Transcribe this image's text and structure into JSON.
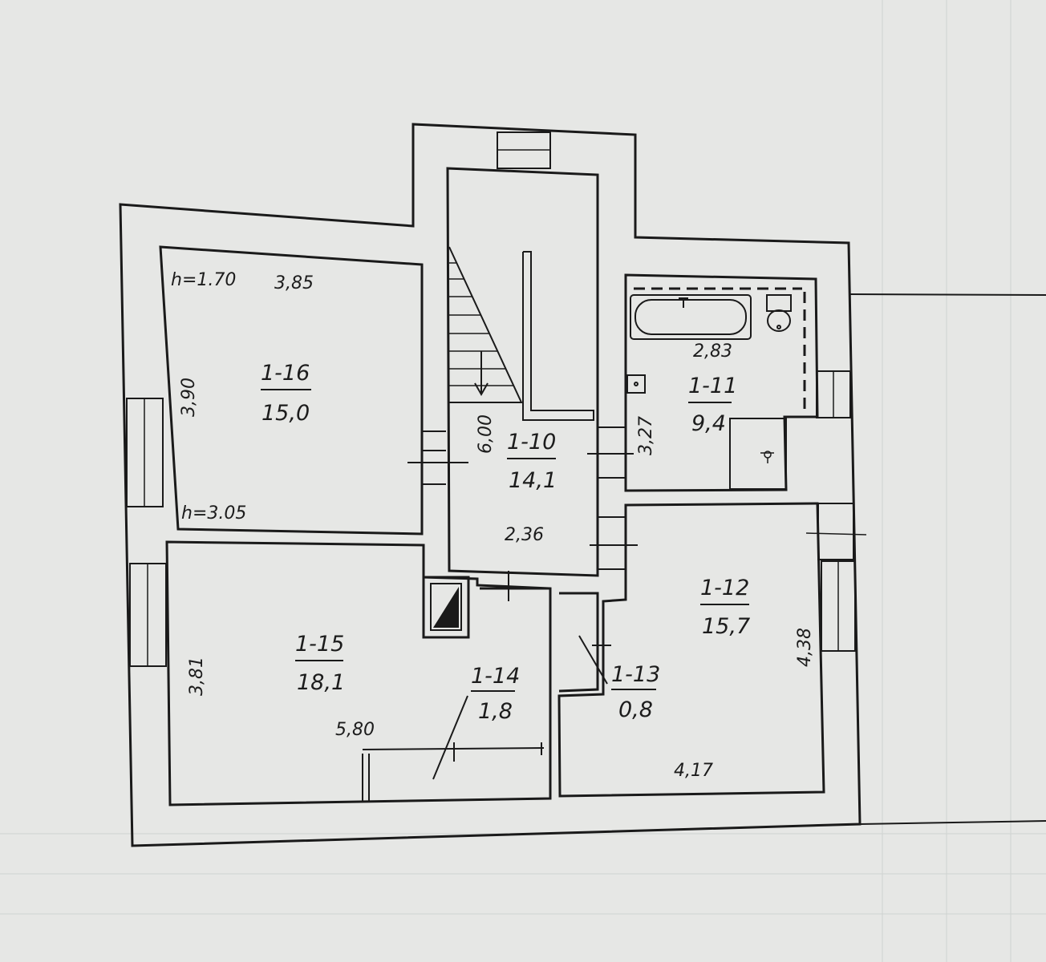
{
  "plan": {
    "rooms": [
      {
        "id": "1-16",
        "area": "15,0"
      },
      {
        "id": "1-10",
        "area": "14,1"
      },
      {
        "id": "1-11",
        "area": "9,4"
      },
      {
        "id": "1-12",
        "area": "15,7"
      },
      {
        "id": "1-13",
        "area": "0,8"
      },
      {
        "id": "1-14",
        "area": "1,8"
      },
      {
        "id": "1-15",
        "area": "18,1"
      }
    ],
    "dimensions": {
      "r16_width": "3,85",
      "r16_depth": "3,90",
      "r10_length": "6,00",
      "r10_width": "2,36",
      "r11_width": "2,83",
      "r11_depth": "3,27",
      "r12_depth": "4,38",
      "r12_width": "4,17",
      "r15_depth": "3,81",
      "r15_width": "5,80"
    },
    "ceiling_heights": {
      "low": "h=1.70",
      "high": "h=3.05"
    }
  }
}
